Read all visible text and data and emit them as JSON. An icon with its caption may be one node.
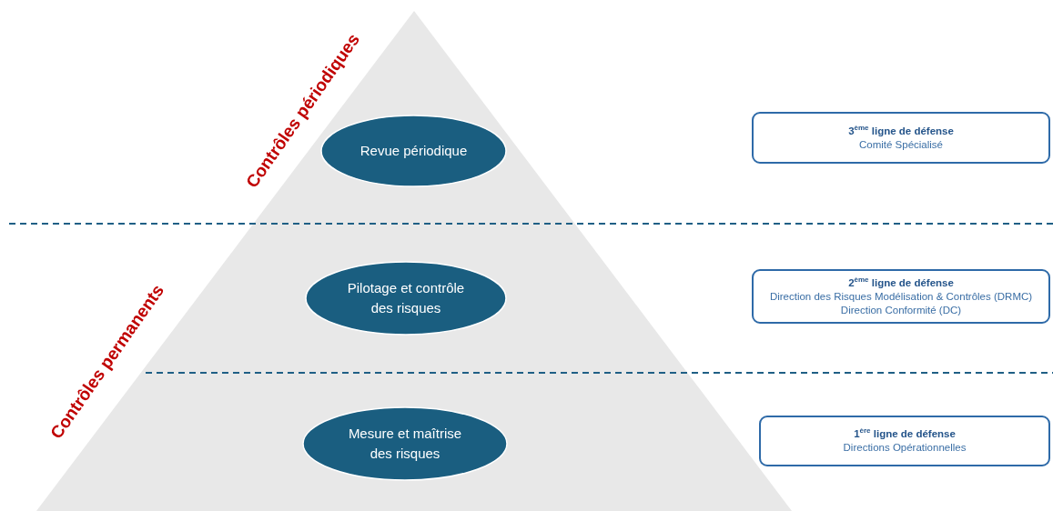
{
  "diagram": {
    "nodes": [
      {
        "text": [],
        "shape": "triangle"
      },
      {
        "text": [
          "Revue périodique"
        ],
        "in": 0
      },
      {
        "text": [
          "Pilotage et contrôle des risques"
        ],
        "in": 0
      },
      {
        "text": [
          "Mesure et maîtrise des risques"
        ],
        "in": 0
      },
      {
        "text": [
          "3$^{ème}$ ligne de défense",
          "Comité Spécialisé"
        ]
      },
      {
        "text": [
          "2$^{ème}$ ligne de défense",
          "Direction des Risques Modélisation & Contrôles (DRMC)",
          "Direction Conformité (DC)"
        ]
      },
      {
        "text": [
          "1$^{ère}$ ligne de défense",
          "Directions Opérationnelles"
        ]
      }
    ],
    "edges": [],
    "labels": [
      "Contrôles périodiques",
      "Contrôles permanents"
    ]
  }
}
